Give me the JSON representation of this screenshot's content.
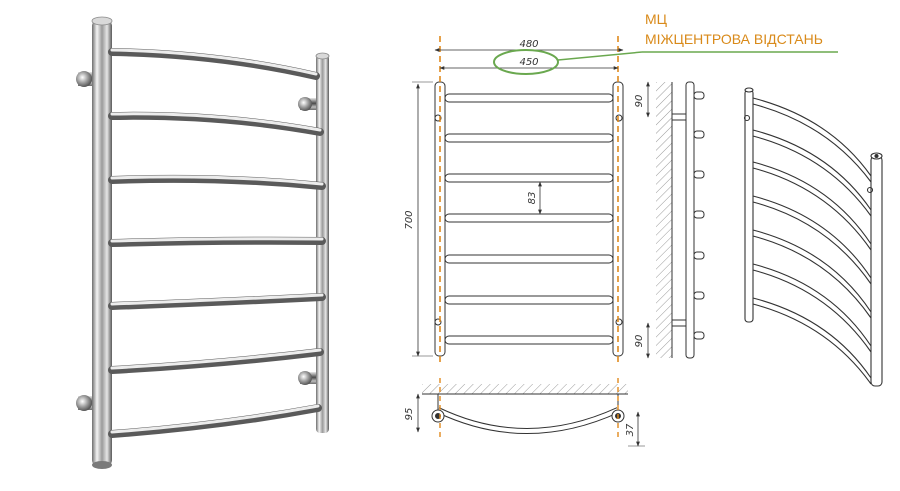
{
  "annotation": {
    "line1": "МЦ",
    "line2": "МІЖЦЕНТРОВА ВІДСТАНЬ",
    "text_color": "#d98a1a",
    "ellipse_color": "#6aa84f",
    "centerline_color": "#e08a1e"
  },
  "front_view": {
    "overall_width": "480",
    "center_distance": "450",
    "height": "700",
    "rung_spacing": "83",
    "rungs": 7
  },
  "side_view": {
    "top_offset": "90",
    "bottom_offset": "90"
  },
  "top_view": {
    "depth": "95",
    "bracket": "37"
  }
}
